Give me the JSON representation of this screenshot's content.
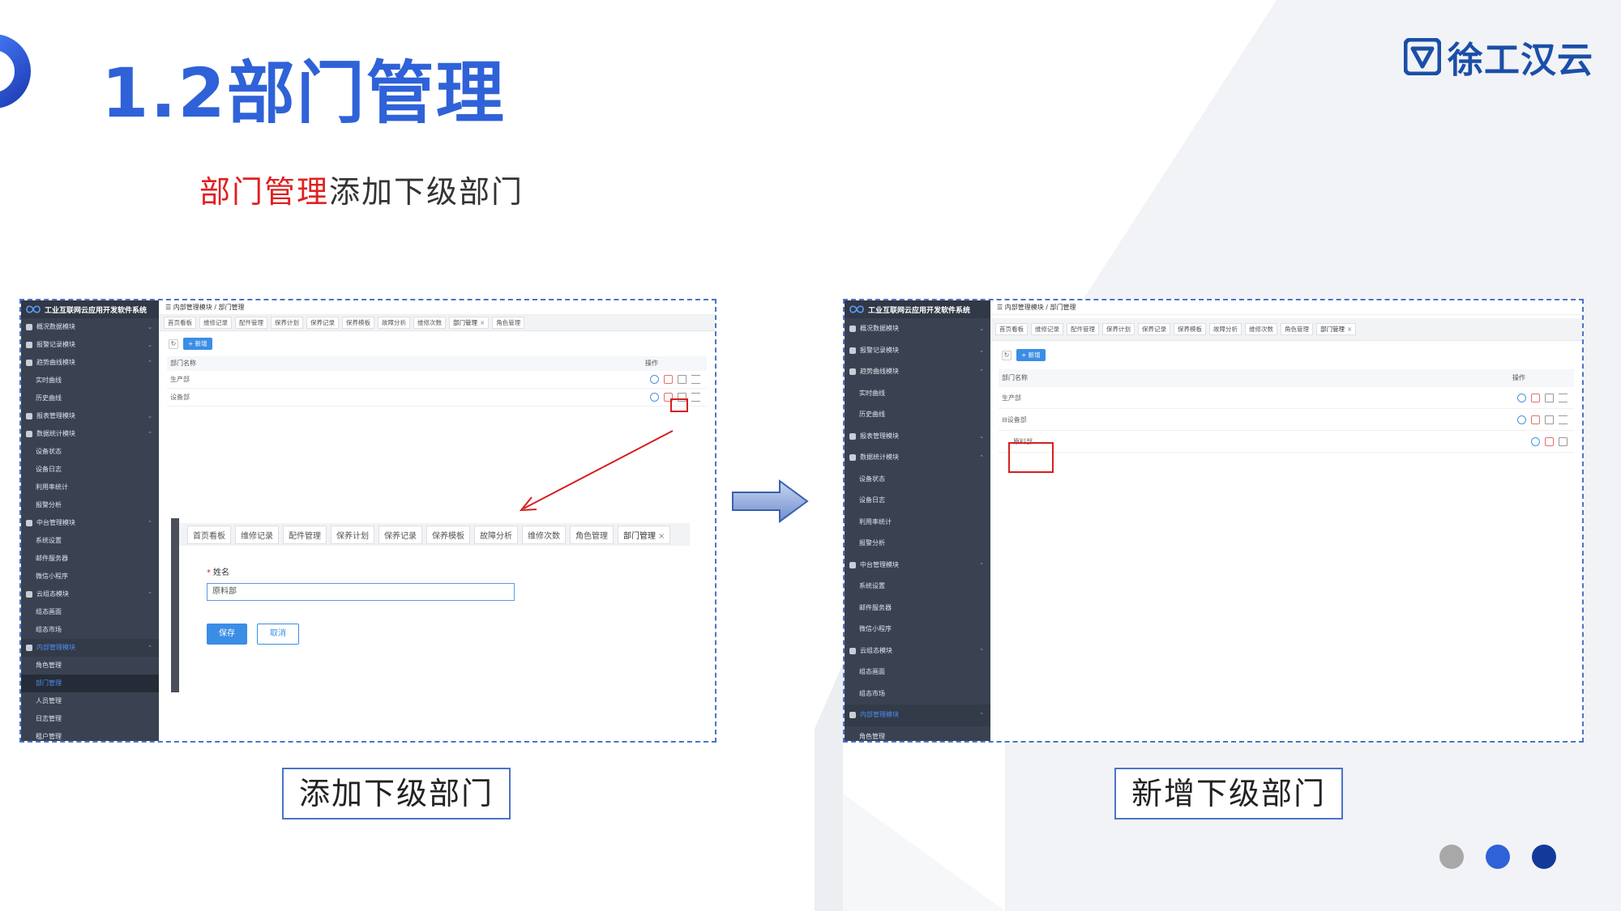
{
  "slide": {
    "title": "1.2部门管理",
    "subtitle_highlight": "部门管理",
    "subtitle_rest": "添加下级部门",
    "logo_text": "徐工汉云",
    "caption_left": "添加下级部门",
    "caption_right": "新增下级部门"
  },
  "colors": {
    "title_blue": "#2f62d8",
    "highlight_red": "#e02020",
    "logo_navy": "#1a4fa8",
    "sidebar_bg": "#3a4252",
    "dot_1": "#a8a8a8",
    "dot_2": "#2f62d8",
    "dot_3": "#123a9a"
  },
  "icons": {
    "corner_mark": "circle-arc-icon",
    "logo_mark": "shield-v-icon",
    "transition_arrow": "right-arrow-icon",
    "pointer_arrow": "red-pointer-arrow-icon"
  },
  "left_shot": {
    "app_title": "工业互联网云应用开发软件系统",
    "breadcrumb": "☰   内部管理模块 / 部门管理",
    "sidebar": [
      {
        "label": "概况数据模块",
        "kind": "group"
      },
      {
        "label": "报警记录模块",
        "kind": "group"
      },
      {
        "label": "趋势曲线模块",
        "kind": "group"
      },
      {
        "label": "实时曲线",
        "kind": "child"
      },
      {
        "label": "历史曲线",
        "kind": "child"
      },
      {
        "label": "报表管理模块",
        "kind": "group"
      },
      {
        "label": "数据统计模块",
        "kind": "group"
      },
      {
        "label": "设备状态",
        "kind": "child"
      },
      {
        "label": "设备日志",
        "kind": "child"
      },
      {
        "label": "利用率统计",
        "kind": "child"
      },
      {
        "label": "报警分析",
        "kind": "child"
      },
      {
        "label": "中台管理模块",
        "kind": "group"
      },
      {
        "label": "系统设置",
        "kind": "child"
      },
      {
        "label": "邮件服务器",
        "kind": "child"
      },
      {
        "label": "微信小程序",
        "kind": "child"
      },
      {
        "label": "云组态模块",
        "kind": "group"
      },
      {
        "label": "组态画面",
        "kind": "child"
      },
      {
        "label": "组态市场",
        "kind": "child"
      },
      {
        "label": "内部管理模块",
        "kind": "active-group"
      },
      {
        "label": "角色管理",
        "kind": "child"
      },
      {
        "label": "部门管理",
        "kind": "active-child"
      },
      {
        "label": "人员管理",
        "kind": "child"
      },
      {
        "label": "日志管理",
        "kind": "child"
      },
      {
        "label": "租户管理",
        "kind": "child"
      }
    ],
    "tabs": [
      "首页看板",
      "维修记录",
      "配件管理",
      "保养计划",
      "保养记录",
      "保养模板",
      "故障分析",
      "维修次数",
      "部门管理",
      "角色管理"
    ],
    "active_tab": "部门管理",
    "add_button": "+ 新增",
    "col_name": "部门名称",
    "col_ops": "操作",
    "rows": [
      "生产部",
      "设备部"
    ],
    "dialog": {
      "tabs": [
        "首页看板",
        "维修记录",
        "配件管理",
        "保养计划",
        "保养记录",
        "保养模板",
        "故障分析",
        "维修次数",
        "角色管理",
        "部门管理"
      ],
      "active_tab": "部门管理",
      "field_label": "姓名",
      "field_value": "原料部",
      "save": "保存",
      "cancel": "取消"
    }
  },
  "right_shot": {
    "app_title": "工业互联网云应用开发软件系统",
    "breadcrumb": "☰   内部管理模块 / 部门管理",
    "sidebar": [
      {
        "label": "概况数据模块",
        "kind": "group"
      },
      {
        "label": "报警记录模块",
        "kind": "group"
      },
      {
        "label": "趋势曲线模块",
        "kind": "group"
      },
      {
        "label": "实时曲线",
        "kind": "child"
      },
      {
        "label": "历史曲线",
        "kind": "child"
      },
      {
        "label": "报表管理模块",
        "kind": "group"
      },
      {
        "label": "数据统计模块",
        "kind": "group"
      },
      {
        "label": "设备状态",
        "kind": "child"
      },
      {
        "label": "设备日志",
        "kind": "child"
      },
      {
        "label": "利用率统计",
        "kind": "child"
      },
      {
        "label": "报警分析",
        "kind": "child"
      },
      {
        "label": "中台管理模块",
        "kind": "group"
      },
      {
        "label": "系统设置",
        "kind": "child"
      },
      {
        "label": "邮件服务器",
        "kind": "child"
      },
      {
        "label": "微信小程序",
        "kind": "child"
      },
      {
        "label": "云组态模块",
        "kind": "group"
      },
      {
        "label": "组态画面",
        "kind": "child"
      },
      {
        "label": "组态市场",
        "kind": "child"
      },
      {
        "label": "内部管理模块",
        "kind": "active-group"
      },
      {
        "label": "角色管理",
        "kind": "child"
      }
    ],
    "tabs": [
      "首页看板",
      "维修记录",
      "配件管理",
      "保养计划",
      "保养记录",
      "保养模板",
      "故障分析",
      "维修次数",
      "角色管理",
      "部门管理"
    ],
    "active_tab": "部门管理",
    "add_button": "+ 新增",
    "col_name": "部门名称",
    "col_ops": "操作",
    "rows": [
      "生产部",
      "⊟设备部",
      "原料部"
    ]
  }
}
